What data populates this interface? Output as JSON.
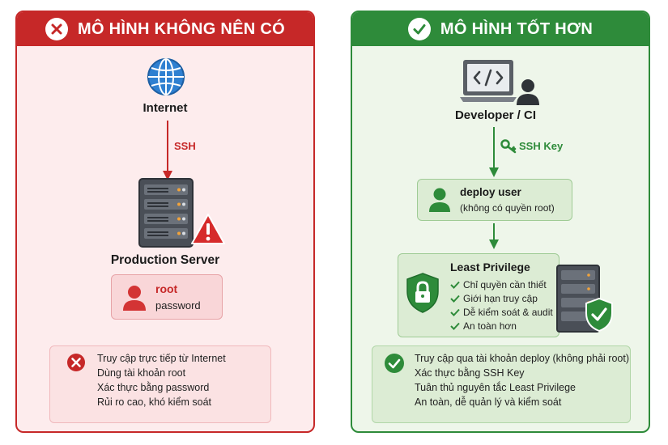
{
  "left": {
    "title": "MÔ HÌNH KHÔNG NÊN CÓ",
    "internet_label": "Internet",
    "ssh_label": "SSH",
    "server_label": "Production Server",
    "account": {
      "user": "root",
      "auth": "password"
    },
    "issues": [
      "Truy cập trực tiếp từ Internet",
      "Dùng tài khoản root",
      "Xác thực bằng password",
      "Rủi ro cao, khó kiểm soát"
    ]
  },
  "right": {
    "title": "MÔ HÌNH TỐT HƠN",
    "developer_label": "Developer / CI",
    "ssh_key_label": "SSH Key",
    "deploy_user": {
      "name": "deploy user",
      "note": "(không có quyền root)"
    },
    "least_privilege": {
      "title": "Least Privilege",
      "items": [
        "Chỉ quyền cần thiết",
        "Giới hạn truy cập",
        "Dễ kiểm soát & audit",
        "An toàn hơn"
      ]
    },
    "benefits": [
      "Truy cập qua tài khoản deploy (không phải root)",
      "Xác thực bằng SSH Key",
      "Tuân thủ nguyên tắc Least Privilege",
      "An toàn, dễ quản lý và kiểm soát"
    ]
  },
  "colors": {
    "bad": "#c62828",
    "good": "#2e8b3a",
    "bad_bg": "#fdeced",
    "good_bg": "#eef6ea"
  },
  "icons": [
    "close-icon",
    "globe-icon",
    "server-icon",
    "warning-icon",
    "user-icon",
    "check-circle-icon",
    "laptop-code-icon",
    "key-icon",
    "shield-lock-icon",
    "shield-check-icon",
    "check-icon"
  ]
}
